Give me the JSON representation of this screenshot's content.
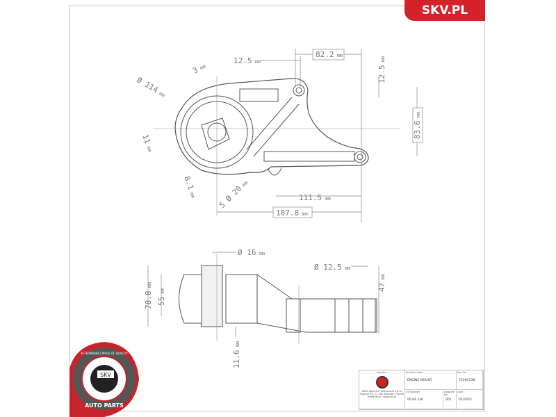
{
  "brand": {
    "label": "SKV.PL",
    "color": "#d3222a"
  },
  "top_view": {
    "dims": [
      "12.5",
      "82.2",
      "12.5",
      "83.6",
      "Ø 114",
      "3",
      "11",
      "8.1",
      "5 Ø 20",
      "111.5",
      "187.8"
    ],
    "unit": "mm"
  },
  "side_view": {
    "dims": [
      "Ø 16",
      "Ø 12.5",
      "78.8",
      "55",
      "47",
      "11.6"
    ],
    "unit": "mm"
  },
  "badge": {
    "top_text": "AFTERMARKET PRIDE OF QUALITY",
    "center": "SKV",
    "bottom_text": "AUTO PARTS"
  },
  "title_block": {
    "importer_label": "Importer",
    "importer_lines": [
      "SKKV Wojciech Wiśniewski S.K.A.",
      "Fajansk 65, 57-300 Wrocław, Poland",
      "info@skv.pl, www.skv.pl"
    ],
    "product_name_label": "Product name",
    "product_name": "ENGINE MOUNT",
    "part_no_label": "Part No",
    "part_no": "755KV138",
    "oe_label": "OE Number",
    "oe": "06 84 216",
    "diagram_label": "Diagram No",
    "diagram": "001",
    "date_label": "Date",
    "date": "01/2023"
  }
}
